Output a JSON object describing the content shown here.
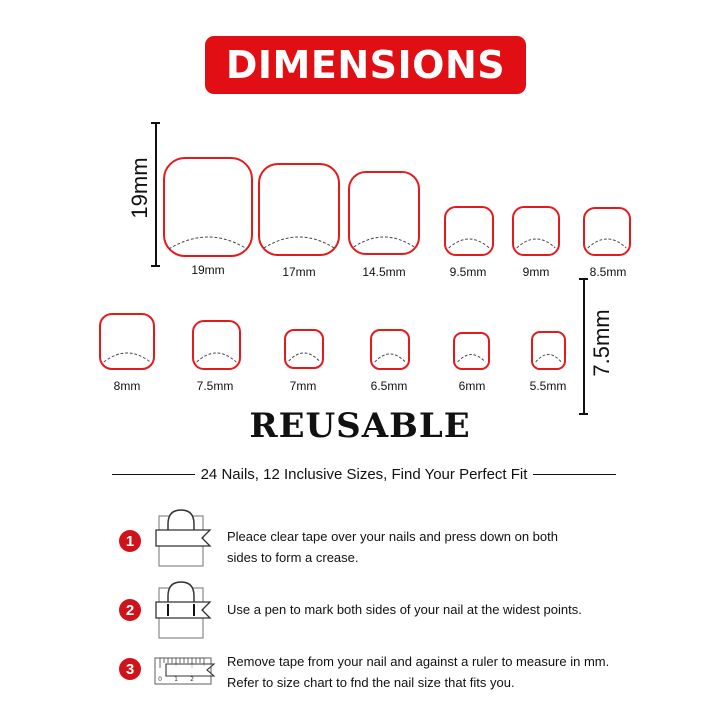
{
  "header": {
    "title": "DIMENSIONS"
  },
  "dimensions": {
    "height_label_row1": "19mm",
    "height_label_row2": "7.5mm"
  },
  "nails_row1": [
    {
      "size": "19mm"
    },
    {
      "size": "17mm"
    },
    {
      "size": "14.5mm"
    },
    {
      "size": "9.5mm"
    },
    {
      "size": "9mm"
    },
    {
      "size": "8.5mm"
    }
  ],
  "nails_row2": [
    {
      "size": "8mm"
    },
    {
      "size": "7.5mm"
    },
    {
      "size": "7mm"
    },
    {
      "size": "6.5mm"
    },
    {
      "size": "6mm"
    },
    {
      "size": "5.5mm"
    }
  ],
  "reusable": "REUSABLE",
  "tagline": "24 Nails, 12 Inclusive Sizes, Find Your Perfect Fit",
  "steps": [
    {
      "number": "1",
      "text_line1": "Pleace clear tape over your nails and press down on both",
      "text_line2": "sides to form a crease."
    },
    {
      "number": "2",
      "text_line1": "Use a pen to mark both sides of your nail at the widest points.",
      "text_line2": ""
    },
    {
      "number": "3",
      "text_line1": "Remove tape from your nail and against a ruler to measure in mm.",
      "text_line2": "Refer to size chart to fnd the nail size that fits you."
    }
  ],
  "ruler_ticks": [
    "0",
    "1",
    "2"
  ],
  "colors": {
    "accent": "#e10f13",
    "nail_outline": "#e41a1c",
    "text": "#111111"
  },
  "icons": [
    "tape-on-nail-icon",
    "pen-mark-icon",
    "ruler-icon"
  ]
}
